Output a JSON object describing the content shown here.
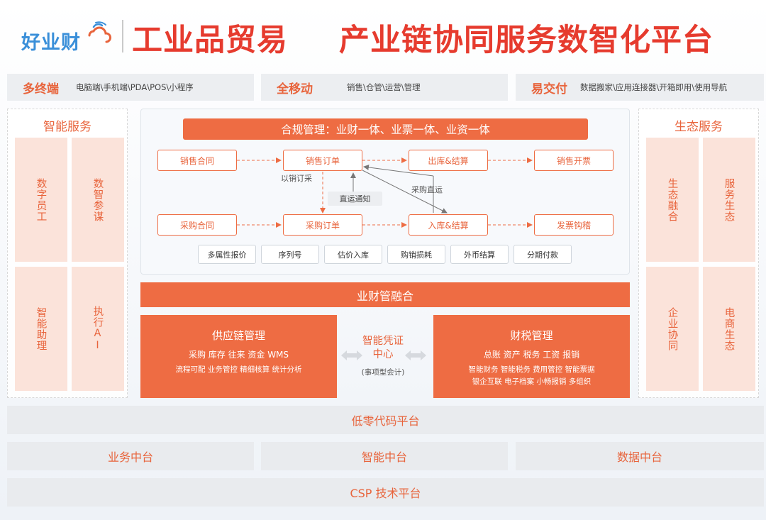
{
  "header": {
    "logo_text": "好业财",
    "title": "工业品贸易",
    "subtitle": "产业链协同服务数智化平台"
  },
  "features": [
    {
      "label": "多终端",
      "desc": "电脑端\\手机端\\PDA\\POS\\小程序"
    },
    {
      "label": "全移动",
      "desc": "销售\\仓管\\运营\\管理"
    },
    {
      "label": "易交付",
      "desc": "数据搬家\\应用连接器\\开箱即用\\使用导航"
    }
  ],
  "left_panel": {
    "title": "智能服务",
    "tiles": [
      "数字员工",
      "数智参谋",
      "智能助理",
      "执行AI"
    ]
  },
  "right_panel": {
    "title": "生态服务",
    "tiles": [
      "生态融合",
      "服务生态",
      "企业协同",
      "电商生态"
    ]
  },
  "compliance": {
    "banner": "合规管理：业财一体、业票一体、业资一体",
    "top_row": [
      "销售合同",
      "销售订单",
      "出库&结算",
      "销售开票"
    ],
    "bottom_row": [
      "采购合同",
      "采购订单",
      "入库&结算",
      "发票钩稽"
    ],
    "notes": {
      "purchase_by_sales": "以销订采",
      "direct_notice": "直运通知",
      "purchase_direct": "采购直运"
    },
    "features": [
      "多属性报价",
      "序列号",
      "估价入库",
      "购销损耗",
      "外币结算",
      "分期付款"
    ]
  },
  "fusion": "业财管融合",
  "supply_chain": {
    "title": "供应链管理",
    "line1": "采购  库存  往来  资金  WMS",
    "line2": "流程可配  业务管控  精细核算  统计分析"
  },
  "voucher": {
    "title_line1": "智能凭证",
    "title_line2": "中心",
    "sub": "(事项型会计)"
  },
  "finance_tax": {
    "title": "财税管理",
    "line1": "总账  资产  税务  工资  报销",
    "line2": "智能财务  智能税务  费用管控  智能票据",
    "line3": "银企互联  电子档案  小畅报销  多组织"
  },
  "platforms": {
    "lowcode": "低零代码平台",
    "business": "业务中台",
    "intelligence": "智能中台",
    "data": "数据中台",
    "csp": "CSP 技术平台"
  },
  "colors": {
    "accent": "#ee6c43",
    "title_red": "#e63b2e",
    "logo_blue": "#3a8fd9",
    "tile_bg": "#fbe3da",
    "bar_gray": "#eceef1"
  }
}
